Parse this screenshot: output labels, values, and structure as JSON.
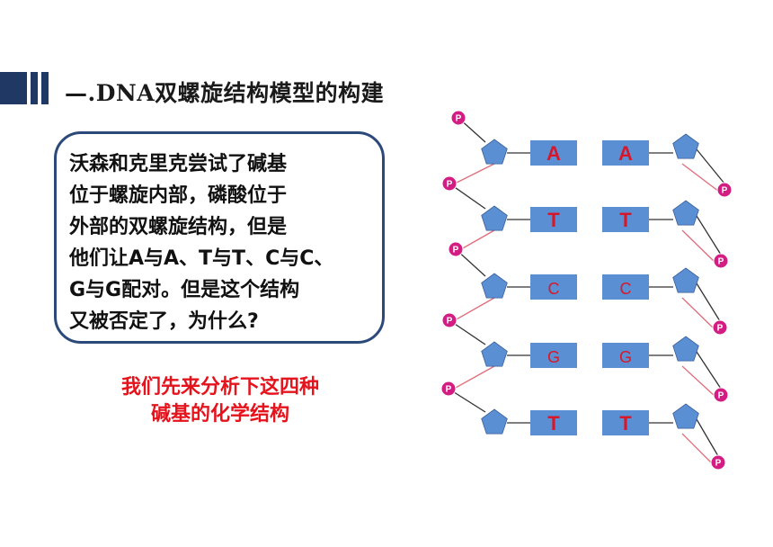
{
  "slide": {
    "title": "—.DNA双螺旋结构模型的构建",
    "question": "沃森和克里克尝试了碱基\n位于螺旋内部，磷酸位于\n外部的双螺旋结构，但是\n他们让A与A、T与T、C与C、\nG与G配对。但是这个结构\n又被否定了，为什么?",
    "hint": "我们先来分析下这四种\n碱基的化学结构"
  },
  "dna_model": {
    "phosphate_label": "P",
    "pairs": [
      {
        "left": "A",
        "right": "A"
      },
      {
        "left": "T",
        "right": "T"
      },
      {
        "left": "C",
        "right": "C"
      },
      {
        "left": "G",
        "right": "G"
      },
      {
        "left": "T",
        "right": "T"
      }
    ],
    "colors": {
      "base": "#5b8fd3",
      "sugar": "#5b8fd3",
      "phosphate": "#d41d82",
      "bond": "#e06c7a",
      "backbone": "#333333",
      "base_letter": "#d7182a"
    }
  }
}
